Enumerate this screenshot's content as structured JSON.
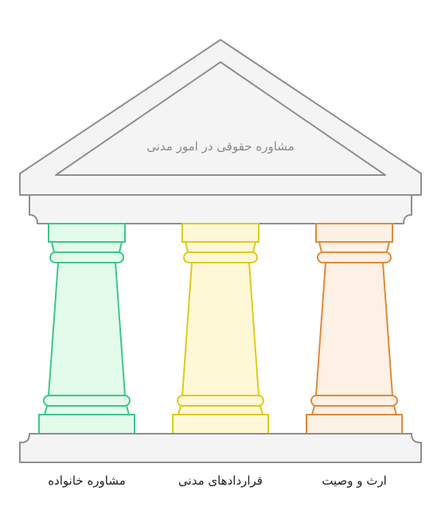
{
  "roof": {
    "title": "مشاوره حقوقی در امور مدنی"
  },
  "pillars": [
    {
      "label": "مشاوره خانواده",
      "stroke": "#3dc78a",
      "fill": "#e2fbeb"
    },
    {
      "label": "قراردادهای مدنی",
      "stroke": "#dccb1e",
      "fill": "#fff8d6"
    },
    {
      "label": "ارث و وصیت",
      "stroke": "#e08a3a",
      "fill": "#fdf0e4"
    }
  ],
  "colors": {
    "structure_stroke": "#8f8f8f",
    "structure_fill": "#f4f4f4"
  }
}
